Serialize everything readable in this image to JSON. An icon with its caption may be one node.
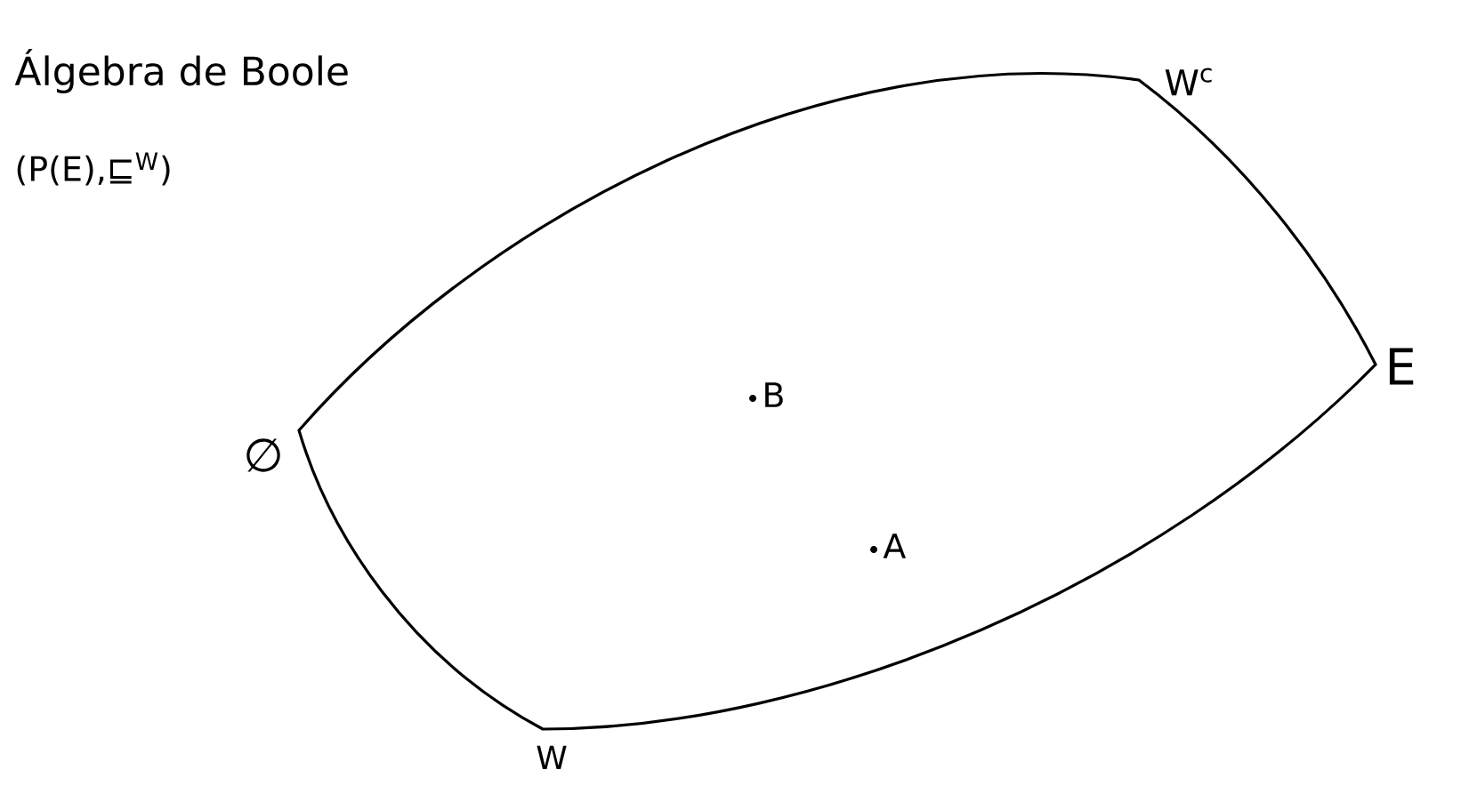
{
  "diagram": {
    "title": "Álgebra de Boole",
    "labels": [
      "(P(E),⊑$^{W}$)",
      "W$^{c}$",
      "∅",
      "E",
      "B",
      "A",
      "W"
    ]
  }
}
